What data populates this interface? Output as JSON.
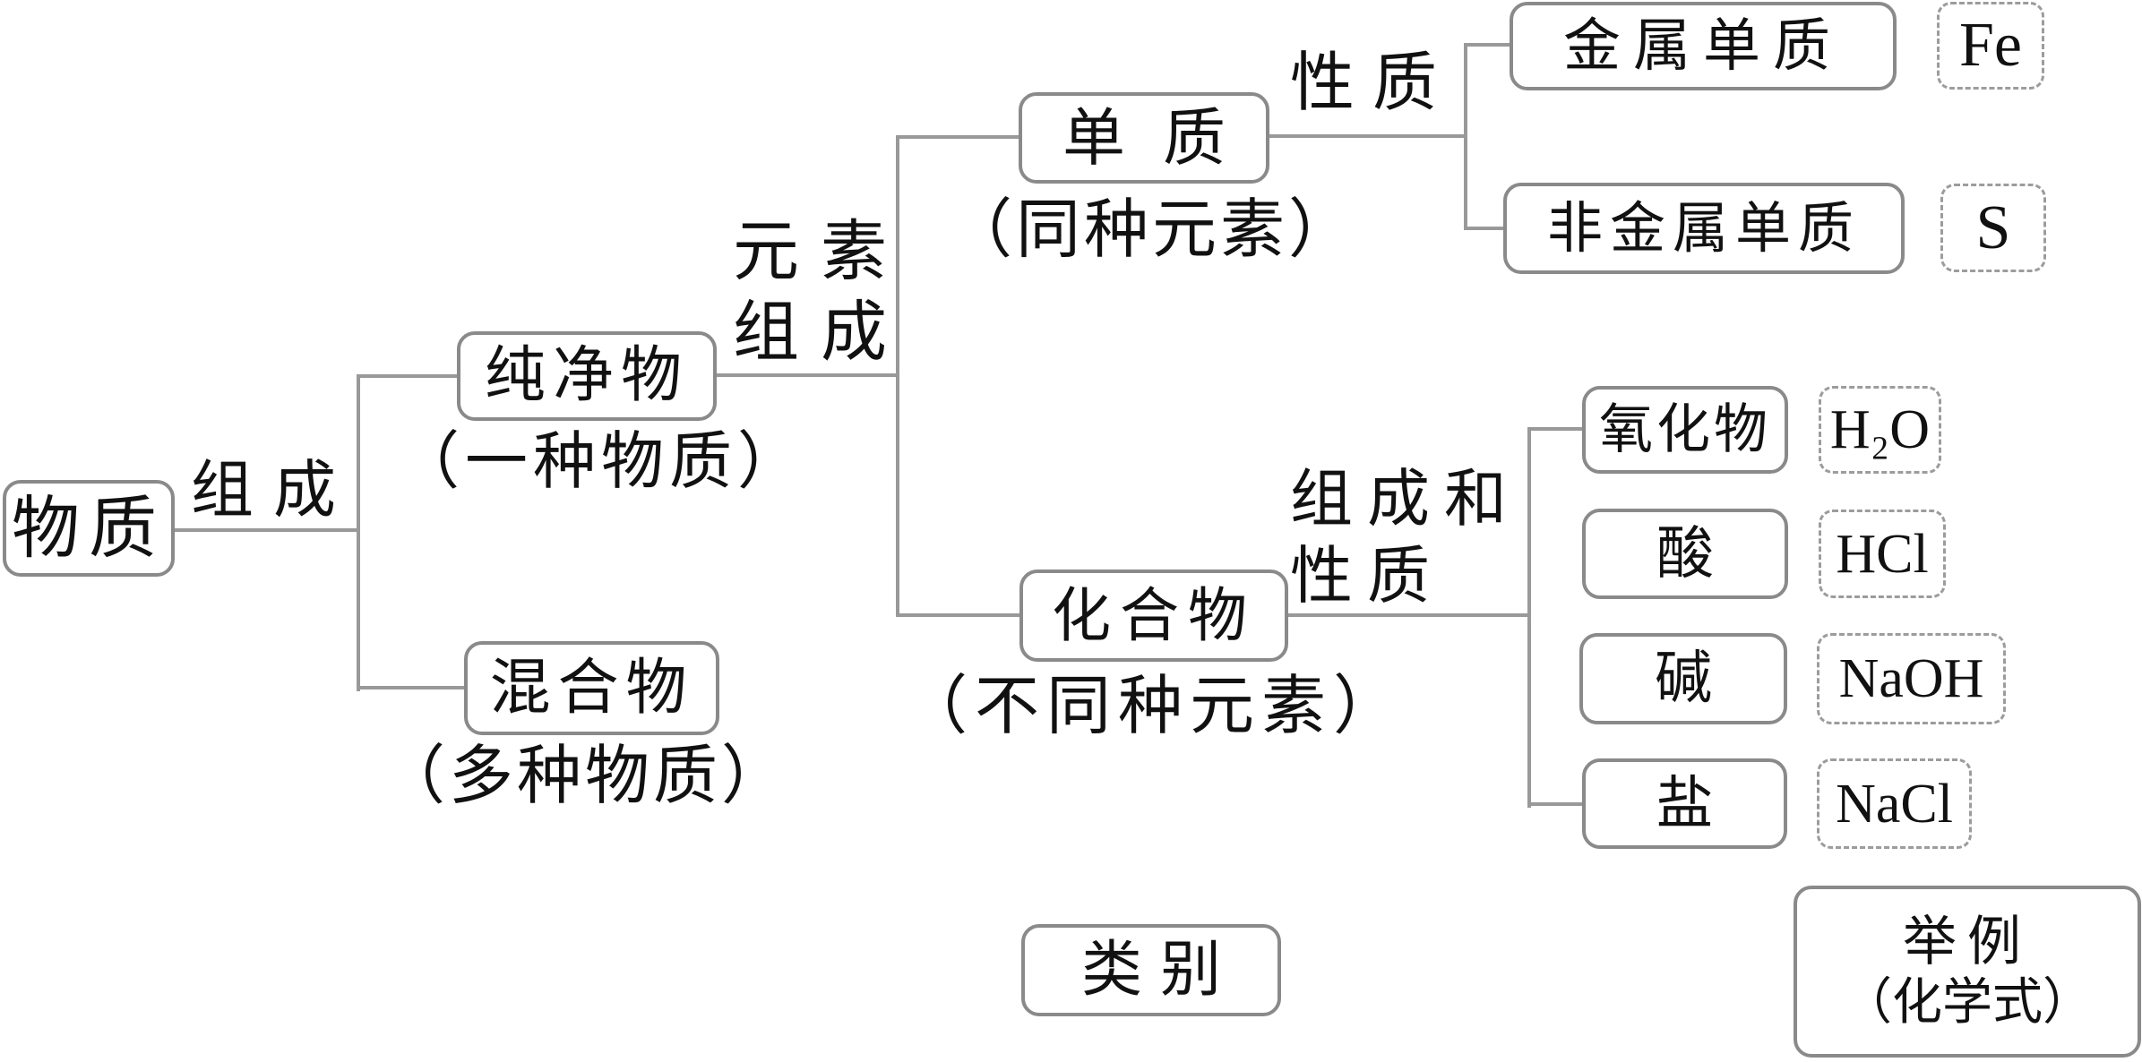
{
  "diagram": {
    "title_implicit": "物质分类图",
    "root": {
      "label": "物质"
    },
    "edges": {
      "composition": "组成",
      "element_composition": [
        "元素",
        "组成"
      ],
      "properties": "性质",
      "composition_and_properties": [
        "组成和",
        "性质"
      ]
    },
    "level1": [
      {
        "id": "pure",
        "label": "纯净物",
        "note": "（一种物质）"
      },
      {
        "id": "mixture",
        "label": "混合物",
        "note": "（多种物质）"
      }
    ],
    "level2": [
      {
        "id": "element",
        "label": "单质",
        "note": "（同种元素）"
      },
      {
        "id": "compound",
        "label": "化合物",
        "note": "（不同种元素）"
      }
    ],
    "level3": [
      {
        "id": "metal",
        "label": "金属单质",
        "example": "Fe"
      },
      {
        "id": "nonmetal",
        "label": "非金属单质",
        "example": "S"
      },
      {
        "id": "oxide",
        "label": "氧化物",
        "example": "H₂O"
      },
      {
        "id": "acid",
        "label": "酸",
        "example": "HCl"
      },
      {
        "id": "base",
        "label": "碱",
        "example": "NaOH"
      },
      {
        "id": "salt",
        "label": "盐",
        "example": "NaCl"
      }
    ],
    "legend": {
      "category": "类别",
      "example": [
        "举例",
        "（化学式）"
      ]
    },
    "colors": {
      "box_border": "#8a8a8a",
      "line": "#999999",
      "dashed_border": "#9c9c9c",
      "text": "#111111"
    }
  }
}
